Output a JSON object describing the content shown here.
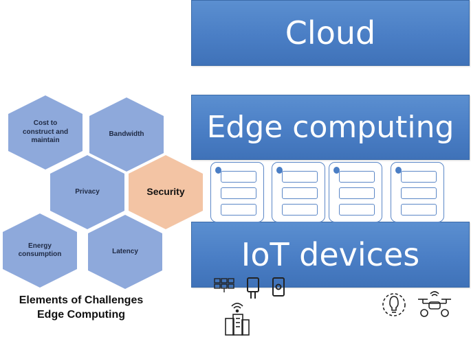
{
  "layers": {
    "cloud": "Cloud",
    "edge": "Edge computing",
    "iot": "IoT devices"
  },
  "hexagons": {
    "cost": "Cost to construct and maintain",
    "bandwidth": "Bandwidth",
    "privacy": "Privacy",
    "security": "Security",
    "energy": "Energy consumption",
    "latency": "Latency"
  },
  "caption": {
    "line1": "Elements of Challenges",
    "line2": "Edge Computing"
  },
  "colors": {
    "layer_blue": "#4a7ec5",
    "hex_blue": "#8ea9db",
    "hex_highlight": "#f3c4a4"
  },
  "icons": [
    "solar-panel-icon",
    "smartwatch-icon",
    "phone-icon",
    "smart-building-icon",
    "smart-bulb-icon",
    "drone-icon"
  ]
}
